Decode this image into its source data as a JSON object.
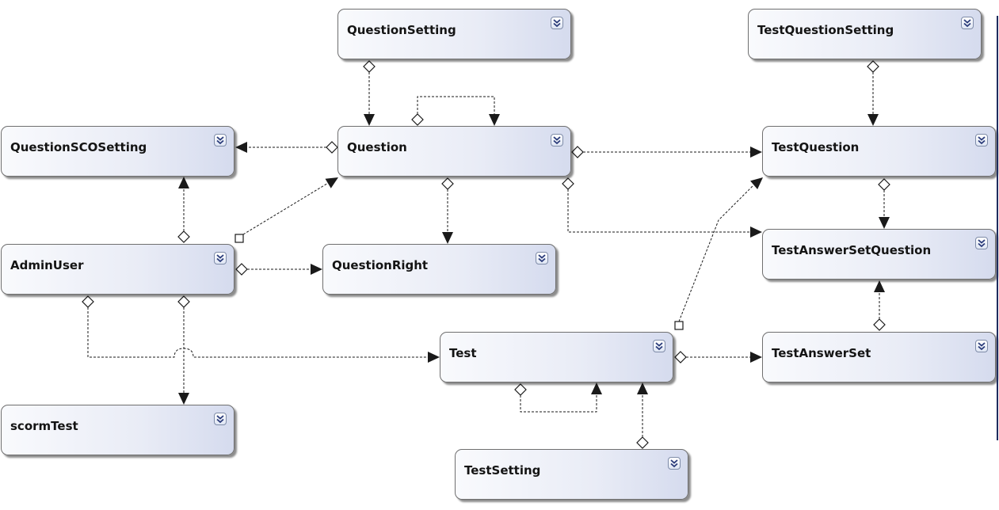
{
  "diagram": {
    "entities": [
      {
        "id": "QuestionSetting",
        "label": "QuestionSetting"
      },
      {
        "id": "TestQuestionSetting",
        "label": "TestQuestionSetting"
      },
      {
        "id": "QuestionSCOSetting",
        "label": "QuestionSCOSetting"
      },
      {
        "id": "Question",
        "label": "Question"
      },
      {
        "id": "TestQuestion",
        "label": "TestQuestion"
      },
      {
        "id": "AdminUser",
        "label": "AdminUser"
      },
      {
        "id": "QuestionRight",
        "label": "QuestionRight"
      },
      {
        "id": "TestAnswerSetQuestion",
        "label": "TestAnswerSetQuestion"
      },
      {
        "id": "Test",
        "label": "Test"
      },
      {
        "id": "TestAnswerSet",
        "label": "TestAnswerSet"
      },
      {
        "id": "scormTest",
        "label": "scormTest"
      },
      {
        "id": "TestSetting",
        "label": "TestSetting"
      }
    ],
    "expand_icon": "double-chevron-down-icon",
    "colors": {
      "connector": "#1a1a1a",
      "entity_gradient_start": "#f9fafd",
      "entity_gradient_end": "#d5dbee",
      "entity_border": "#6f6f6f",
      "expand_border": "#7f8ca8",
      "expand_chevron": "#2a3b7a"
    }
  }
}
